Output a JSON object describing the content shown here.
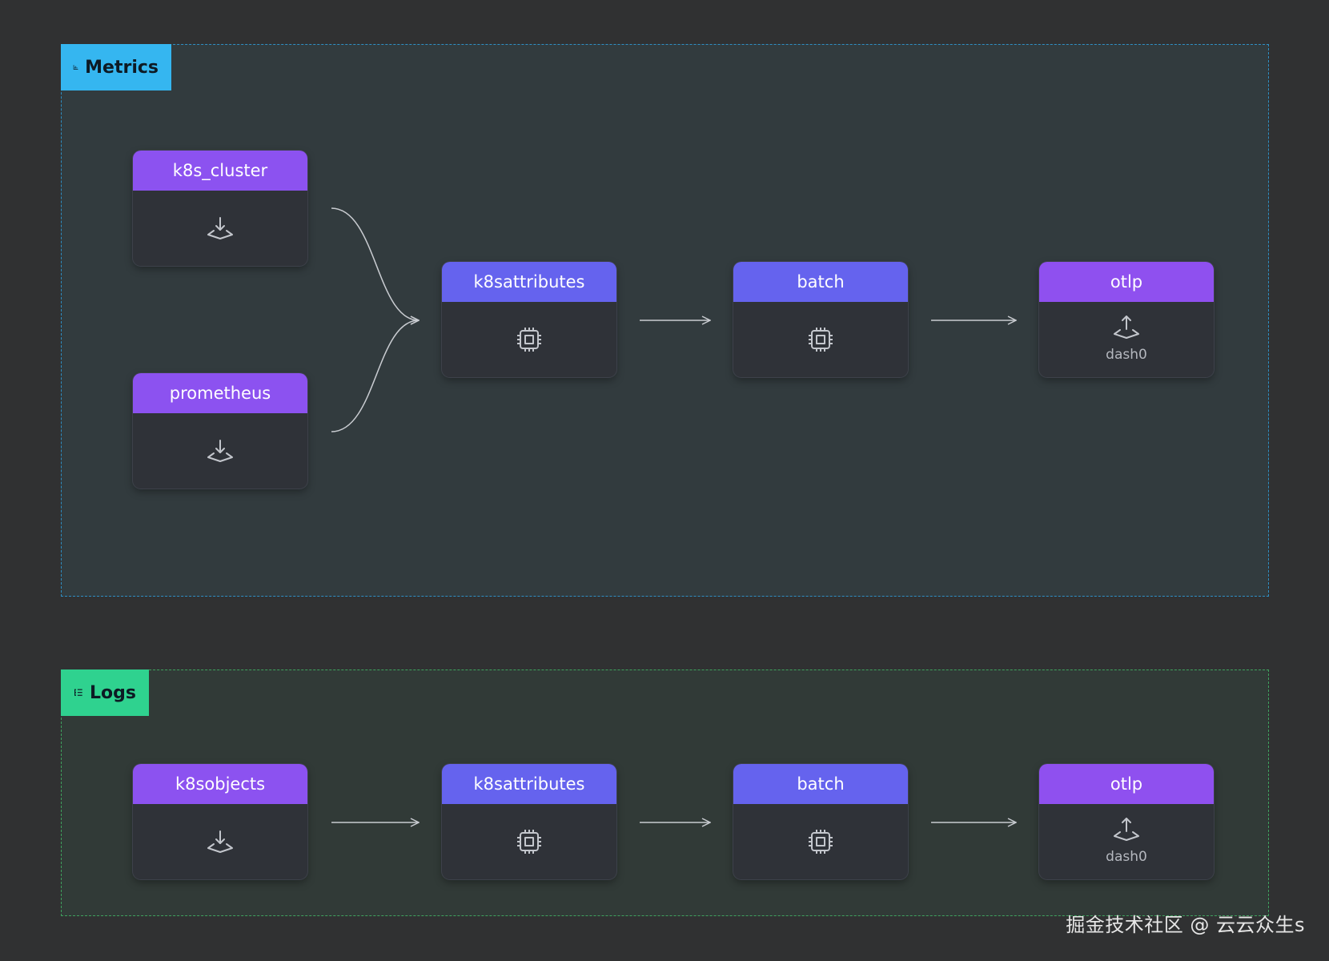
{
  "colors": {
    "background": "#303132",
    "metrics_border": "#2e8fc4",
    "metrics_tag": "#35b6f0",
    "logs_border": "#3fa25e",
    "logs_tag": "#2fd28f",
    "receiver_header": "#8c52f0",
    "processor_header": "#6563ee",
    "exporter_header": "#8f50ef"
  },
  "metrics": {
    "label": "Metrics",
    "icon": "bar-chart-icon",
    "receivers": [
      {
        "label": "k8s_cluster",
        "icon": "download-icon"
      },
      {
        "label": "prometheus",
        "icon": "download-icon"
      }
    ],
    "processors": [
      {
        "label": "k8sattributes",
        "icon": "chip-icon"
      },
      {
        "label": "batch",
        "icon": "chip-icon"
      }
    ],
    "exporter": {
      "label": "otlp",
      "icon": "upload-icon",
      "sub": "dash0"
    }
  },
  "logs": {
    "label": "Logs",
    "icon": "list-tree-icon",
    "receivers": [
      {
        "label": "k8sobjects",
        "icon": "download-icon"
      }
    ],
    "processors": [
      {
        "label": "k8sattributes",
        "icon": "chip-icon"
      },
      {
        "label": "batch",
        "icon": "chip-icon"
      }
    ],
    "exporter": {
      "label": "otlp",
      "icon": "upload-icon",
      "sub": "dash0"
    }
  },
  "watermark": "掘金技术社区 @ 云云众生s"
}
